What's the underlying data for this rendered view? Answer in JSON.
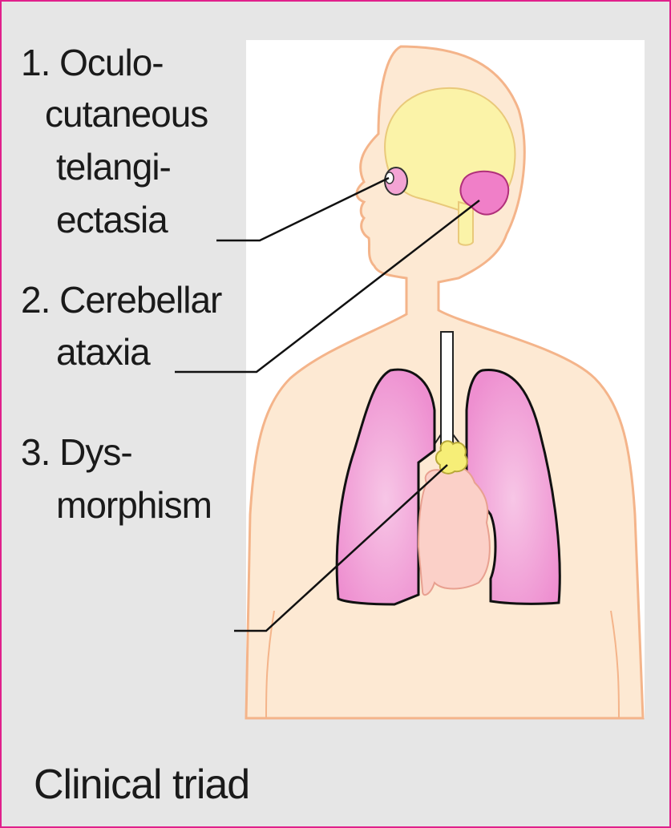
{
  "labels": {
    "item1": [
      "1. Oculo-",
      "cutaneous",
      "telangi-",
      "ectasia"
    ],
    "item2": [
      "2. Cerebellar",
      "ataxia"
    ],
    "item3": [
      "3. Dys-",
      "morphism"
    ]
  },
  "caption": "Clinical triad",
  "colors": {
    "frame": "#e0208c",
    "panel_background": "#e6e6e6",
    "skin": "#fde9d3",
    "skin_outline": "#f4b48a",
    "brain": "#fbf3a8",
    "cerebellum": "#f07fc8",
    "lungs": "#f3a4d4",
    "heart": "#fbd0c8",
    "thymus": "#f6ee77"
  }
}
